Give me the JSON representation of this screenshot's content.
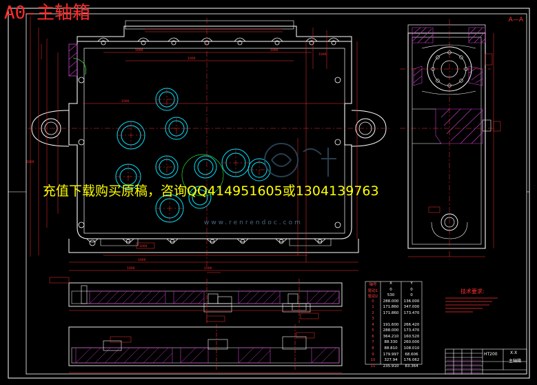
{
  "title": "A0-主轴箱",
  "promo": "充值下载购买原稿，咨询QQ414951605或1304139763",
  "section_label": "A—A",
  "watermark": "www.renrendoc.com",
  "tech_requirements_title": "技术要求:",
  "coord_table": {
    "headers": [
      "轴号",
      "X",
      "Y"
    ],
    "rows": [
      [
        "驱动1",
        "0",
        "0"
      ],
      [
        "驱动2",
        "530",
        "0"
      ],
      [
        "0",
        "288.000",
        "136.000"
      ],
      [
        "1",
        "171.860",
        "347.000"
      ],
      [
        "2",
        "171.860",
        "173.470"
      ],
      [
        "3",
        "",
        ""
      ],
      [
        "4",
        "191.600",
        "266.420"
      ],
      [
        "5",
        "288.000",
        "173.470"
      ],
      [
        "6",
        "364.210",
        "160.520"
      ],
      [
        "7",
        "88.330",
        "260.000"
      ],
      [
        "8",
        "88.810",
        "108.010"
      ],
      [
        "9",
        "179.997",
        "68.606"
      ],
      [
        "10",
        "327.94",
        "176.062"
      ],
      [
        "11",
        "235.910",
        "83.364"
      ]
    ]
  },
  "title_block": {
    "material": "HT200",
    "part_name": "主轴箱",
    "scale": "X:X"
  },
  "colors": {
    "background": "#000000",
    "outline": "#ffffff",
    "dimension": "#ff3030",
    "center_line": "#ff3030",
    "hole": "#00e5ff",
    "hatch": "#d040d0",
    "green": "#30e030",
    "promo": "#ffff00"
  }
}
